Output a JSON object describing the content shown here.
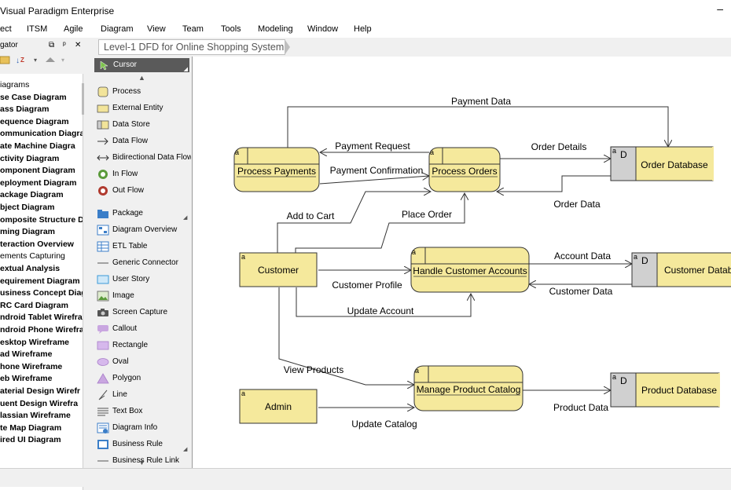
{
  "app": {
    "title": "Visual Paradigm Enterprise"
  },
  "menu": [
    "ect",
    "ITSM",
    "Agile",
    "Diagram",
    "View",
    "Team",
    "Tools",
    "Modeling",
    "Window",
    "Help"
  ],
  "navigator": {
    "title": "gator",
    "tree": [
      {
        "label": "iagrams",
        "bold": false
      },
      {
        "label": "se Case Diagram",
        "bold": true
      },
      {
        "label": "ass Diagram",
        "bold": true
      },
      {
        "label": "equence Diagram",
        "bold": true
      },
      {
        "label": "ommunication Diagra",
        "bold": true
      },
      {
        "label": "ate Machine Diagra",
        "bold": true
      },
      {
        "label": "ctivity Diagram",
        "bold": true
      },
      {
        "label": "omponent Diagram",
        "bold": true
      },
      {
        "label": "eployment Diagram",
        "bold": true
      },
      {
        "label": "ackage Diagram",
        "bold": true
      },
      {
        "label": "bject Diagram",
        "bold": true
      },
      {
        "label": "omposite Structure D",
        "bold": true
      },
      {
        "label": "ming Diagram",
        "bold": true
      },
      {
        "label": "teraction Overview",
        "bold": true
      },
      {
        "label": "ements Capturing",
        "bold": false
      },
      {
        "label": "extual Analysis",
        "bold": true
      },
      {
        "label": "equirement Diagram",
        "bold": true
      },
      {
        "label": "usiness Concept Diag",
        "bold": true
      },
      {
        "label": "RC Card Diagram",
        "bold": true
      },
      {
        "label": "ndroid Tablet Wirefra",
        "bold": true
      },
      {
        "label": "ndroid Phone Wirefra",
        "bold": true
      },
      {
        "label": "esktop Wireframe",
        "bold": true
      },
      {
        "label": "ad Wireframe",
        "bold": true
      },
      {
        "label": "hone Wireframe",
        "bold": true
      },
      {
        "label": "eb Wireframe",
        "bold": true
      },
      {
        "label": "aterial Design Wirefr",
        "bold": true
      },
      {
        "label": "uent Design Wirefra",
        "bold": true
      },
      {
        "label": "lassian Wireframe",
        "bold": true
      },
      {
        "label": "te Map Diagram",
        "bold": true
      },
      {
        "label": "ired UI Diagram",
        "bold": true
      }
    ]
  },
  "diagram_tab": "Level-1 DFD for Online Shopping System",
  "palette": {
    "cursor": "Cursor",
    "items": [
      {
        "label": "Process",
        "icon": "process-icon",
        "color": "#f2e49a"
      },
      {
        "label": "External Entity",
        "icon": "external-entity-icon",
        "color": "#f2e49a"
      },
      {
        "label": "Data Store",
        "icon": "data-store-icon",
        "color": "#f2e49a"
      },
      {
        "label": "Data Flow",
        "icon": "arrow-right-icon",
        "color": "#333333"
      },
      {
        "label": "Bidirectional Data Flow",
        "icon": "arrow-both-icon",
        "color": "#333333"
      },
      {
        "label": "In Flow",
        "icon": "in-flow-icon",
        "color": "#5a9a3a"
      },
      {
        "label": "Out Flow",
        "icon": "out-flow-icon",
        "color": "#b03a2e"
      },
      {
        "label": "Package",
        "icon": "package-icon",
        "color": "#3b7ec8"
      },
      {
        "label": "Diagram Overview",
        "icon": "diagram-overview-icon",
        "color": "#3b7ec8"
      },
      {
        "label": "ETL Table",
        "icon": "etl-table-icon",
        "color": "#3b7ec8"
      },
      {
        "label": "Generic Connector",
        "icon": "connector-line-icon",
        "color": "#555555"
      },
      {
        "label": "User Story",
        "icon": "user-story-icon",
        "color": "#3b9ad8"
      },
      {
        "label": "Image",
        "icon": "image-icon",
        "color": "#5a9a3a"
      },
      {
        "label": "Screen Capture",
        "icon": "camera-icon",
        "color": "#555555"
      },
      {
        "label": "Callout",
        "icon": "callout-icon",
        "color": "#c9a6e0"
      },
      {
        "label": "Rectangle",
        "icon": "rectangle-icon",
        "color": "#d6b8ec"
      },
      {
        "label": "Oval",
        "icon": "oval-icon",
        "color": "#d6b8ec"
      },
      {
        "label": "Polygon",
        "icon": "polygon-icon",
        "color": "#c9a6e0"
      },
      {
        "label": "Line",
        "icon": "line-icon",
        "color": "#555555"
      },
      {
        "label": "Text Box",
        "icon": "text-box-icon",
        "color": "#555555"
      },
      {
        "label": "Diagram Info",
        "icon": "diagram-info-icon",
        "color": "#3b7ec8"
      },
      {
        "label": "Business Rule",
        "icon": "business-rule-icon",
        "color": "#3b7ec8"
      },
      {
        "label": "Business Rule Link",
        "icon": "business-rule-link-icon",
        "color": "#555555"
      }
    ]
  },
  "diagram": {
    "colors": {
      "fill": "#f5e99c",
      "stroke": "#333333",
      "store_id_fill": "#d0d0d0"
    },
    "processes": {
      "payments": "Process Payments",
      "orders": "Process Orders",
      "accounts": "Handle Customer Accounts",
      "catalog": "Manage Product Catalog"
    },
    "entities": {
      "customer": "Customer",
      "admin": "Admin"
    },
    "stores": {
      "order_db": "Order Database",
      "customer_db": "Customer Databa",
      "product_db": "Product Database",
      "id_label": "D"
    },
    "corner_tag": "a",
    "flows": {
      "payment_data": "Payment Data",
      "payment_request": "Payment Request",
      "payment_confirmation": "Payment Confirmation",
      "order_details": "Order Details",
      "order_data": "Order Data",
      "add_to_cart": "Add to Cart",
      "place_order": "Place Order",
      "account_data": "Account Data",
      "customer_profile": "Customer Profile",
      "customer_data": "Customer Data",
      "update_account": "Update Account",
      "view_products": "View Products",
      "product_data": "Product Data",
      "update_catalog": "Update Catalog"
    }
  }
}
